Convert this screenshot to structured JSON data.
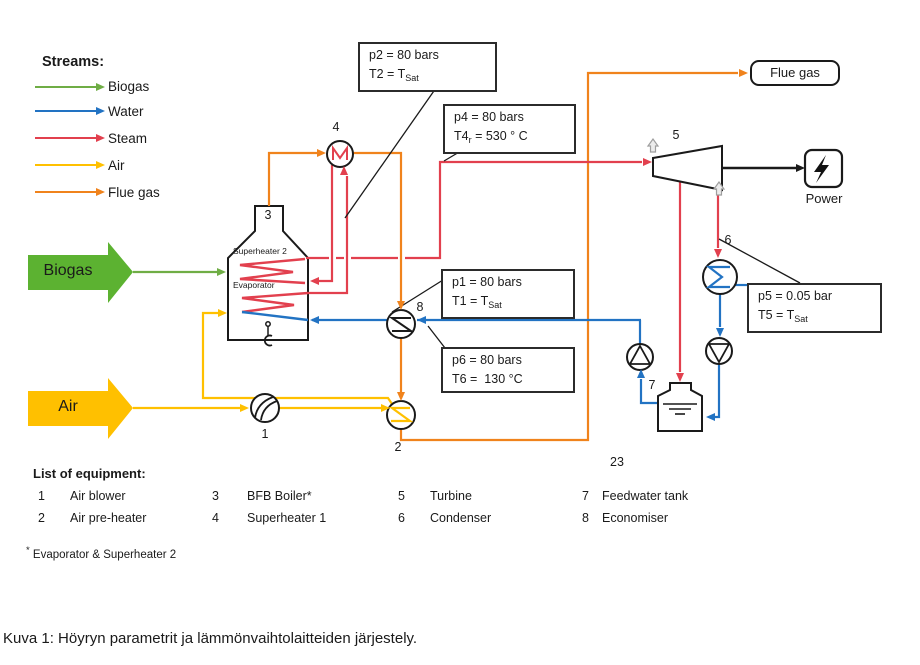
{
  "legend": {
    "title": "Streams:",
    "items": [
      {
        "label": "Biogas",
        "color": "#6FAD45"
      },
      {
        "label": "Water",
        "color": "#2273C3"
      },
      {
        "label": "Steam",
        "color": "#E2404E"
      },
      {
        "label": "Air",
        "color": "#FFC000"
      },
      {
        "label": "Flue gas",
        "color": "#F0831C"
      }
    ]
  },
  "inputs": {
    "biogas_label": "Biogas",
    "air_label": "Air"
  },
  "outputs": {
    "flue_gas_label": "Flue gas",
    "power_label": "Power"
  },
  "boiler": {
    "number": "3",
    "superheater2_label": "Superheater 2",
    "evaporator_label": "Evaporator"
  },
  "unit_labels": {
    "air_blower": "1",
    "air_preheater": "2",
    "superheater1": "4",
    "turbine": "5",
    "condenser": "6",
    "feedwater_tank": "7",
    "economiser": "8"
  },
  "page_number": "23",
  "param_boxes": {
    "p2": {
      "line1": "p2 = 80 bars",
      "line2_main": "T2 = T",
      "line2_sub": "Sat"
    },
    "p4": {
      "line1": "p4 = 80 bars",
      "line2_pre": "T4",
      "line2_presub": "r",
      "line2_post": " = 530 ° C"
    },
    "p1": {
      "line1": "p1 = 80 bars",
      "line2_main": "T1 = T",
      "line2_sub": "Sat"
    },
    "p6": {
      "line1": "p6 = 80 bars",
      "line2_main": "T6 =  130 °C"
    },
    "p5": {
      "line1": "p5 = 0.05 bar",
      "line2_main": "T5 = T",
      "line2_sub": "Sat"
    }
  },
  "equipment_list": {
    "title": "List of equipment:",
    "items": [
      {
        "num": "1",
        "name": "Air blower"
      },
      {
        "num": "2",
        "name": "Air pre-heater"
      },
      {
        "num": "3",
        "name": "BFB Boiler*"
      },
      {
        "num": "4",
        "name": "Superheater 1"
      },
      {
        "num": "5",
        "name": "Turbine"
      },
      {
        "num": "6",
        "name": "Condenser"
      },
      {
        "num": "7",
        "name": "Feedwater tank"
      },
      {
        "num": "8",
        "name": "Economiser"
      }
    ],
    "footnote_star": "*",
    "footnote_text": " Evaporator & Superheater 2"
  },
  "caption": "Kuva 1: Höyryn parametrit ja lämmönvaihtolaitteiden järjestely.",
  "colors": {
    "biogas_block_green": "#5CB231",
    "legend_green": "#6FAD45",
    "water_blue": "#2273C3",
    "steam_red": "#E2404E",
    "air_yellow": "#FFC000",
    "flue_gas_orange": "#F0831C"
  }
}
